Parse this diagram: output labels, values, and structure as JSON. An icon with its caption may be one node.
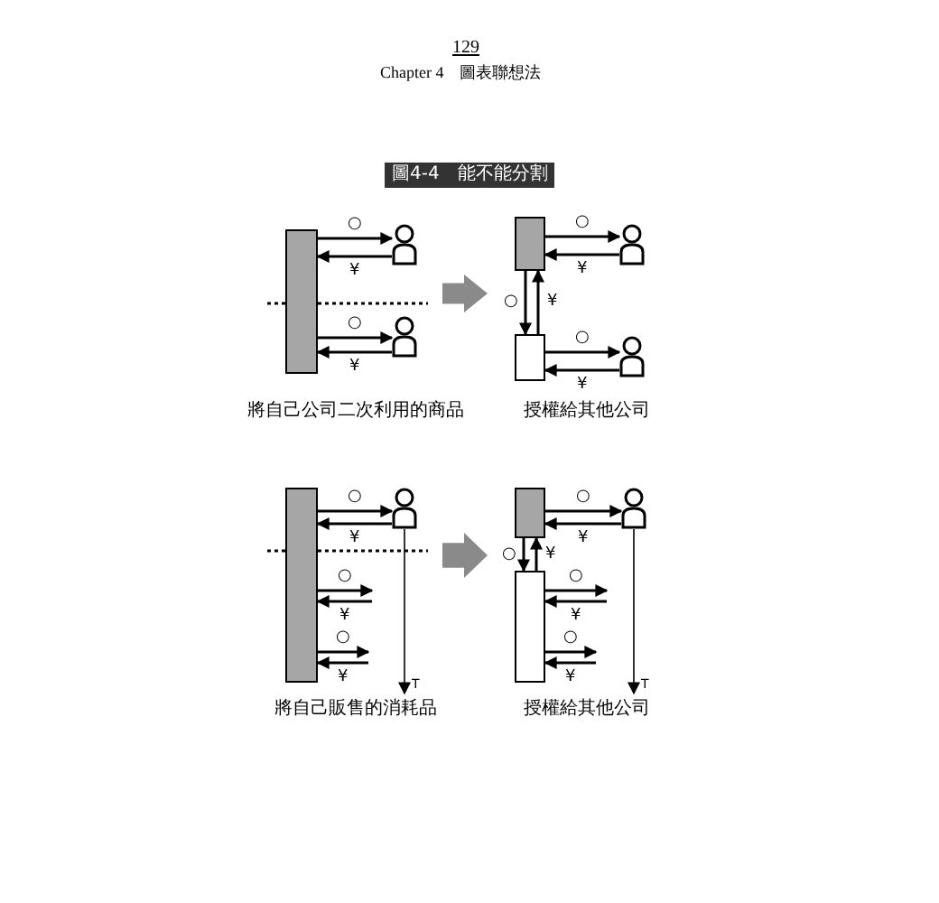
{
  "diagram": {
    "title": "圖4-4　能不能分割",
    "nodes": [
      {
        "text": [],
        "shape": "panel",
        "beside": [
          "將自己公司二次利用的商品"
        ]
      },
      {
        "text": [],
        "shape": "box",
        "in": 0
      },
      {
        "text": [],
        "shape": "person",
        "in": 0
      },
      {
        "text": [],
        "shape": "person",
        "in": 0
      },
      {
        "text": [],
        "shape": "panel",
        "beside": [
          "授權給其他公司"
        ]
      },
      {
        "text": [],
        "shape": "box",
        "in": 4
      },
      {
        "text": [],
        "shape": "box",
        "in": 4
      },
      {
        "text": [],
        "shape": "person",
        "in": 4
      },
      {
        "text": [],
        "shape": "person",
        "in": 4
      },
      {
        "text": [],
        "shape": "panel",
        "beside": [
          "將自己販售的消耗品"
        ]
      },
      {
        "text": [],
        "shape": "box",
        "in": 9
      },
      {
        "text": [],
        "shape": "person",
        "in": 9
      },
      {
        "text": [],
        "shape": "panel",
        "beside": [
          "授權給其他公司"
        ]
      },
      {
        "text": [],
        "shape": "box",
        "in": 12
      },
      {
        "text": [],
        "shape": "box",
        "in": 12
      },
      {
        "text": [],
        "shape": "person",
        "in": 12
      },
      {
        "text": [
          "T"
        ],
        "in": 9
      },
      {
        "text": [
          "T"
        ],
        "in": 12
      }
    ],
    "edges": [
      {
        "from": 1,
        "to": 2,
        "arrow": "to",
        "label": "○"
      },
      {
        "from": 2,
        "to": 1,
        "arrow": "to",
        "label": "¥"
      },
      {
        "from": 1,
        "to": 3,
        "arrow": "to",
        "label": "○"
      },
      {
        "from": 3,
        "to": 1,
        "arrow": "to",
        "label": "¥"
      },
      {
        "from": 5,
        "to": 7,
        "arrow": "to",
        "label": "○"
      },
      {
        "from": 7,
        "to": 5,
        "arrow": "to",
        "label": "¥"
      },
      {
        "from": 5,
        "to": 6,
        "arrow": "to",
        "label": "○"
      },
      {
        "from": 6,
        "to": 5,
        "arrow": "to",
        "label": "¥"
      },
      {
        "from": 6,
        "to": 8,
        "arrow": "to",
        "label": "○"
      },
      {
        "from": 8,
        "to": 6,
        "arrow": "to",
        "label": "¥"
      },
      {
        "from": 10,
        "to": 11,
        "arrow": "to",
        "label": "○"
      },
      {
        "from": 11,
        "to": 10,
        "arrow": "to",
        "label": "¥"
      },
      {
        "from": 10,
        "to": null,
        "arrow": "to",
        "label": "○"
      },
      {
        "from": null,
        "to": 10,
        "arrow": "to",
        "label": "¥"
      },
      {
        "from": 10,
        "to": null,
        "arrow": "to",
        "label": "○"
      },
      {
        "from": null,
        "to": 10,
        "arrow": "to",
        "label": "¥"
      },
      {
        "from": 13,
        "to": 15,
        "arrow": "to",
        "label": "○"
      },
      {
        "from": 15,
        "to": 13,
        "arrow": "to",
        "label": "¥"
      },
      {
        "from": 13,
        "to": 14,
        "arrow": "to",
        "label": "○"
      },
      {
        "from": 14,
        "to": 13,
        "arrow": "to",
        "label": "¥"
      },
      {
        "from": 14,
        "to": null,
        "arrow": "to",
        "label": "○"
      },
      {
        "from": null,
        "to": 14,
        "arrow": "to",
        "label": "¥"
      },
      {
        "from": 14,
        "to": null,
        "arrow": "to",
        "label": "○"
      },
      {
        "from": null,
        "to": 14,
        "arrow": "to",
        "label": "¥"
      },
      {
        "from": 11,
        "to": 16,
        "arrow": "to"
      },
      {
        "from": 15,
        "to": 17,
        "arrow": "to"
      },
      {
        "from": 0,
        "to": 4,
        "arrow": "to",
        "style": "thick",
        "color": "#8a8a8a"
      },
      {
        "from": 9,
        "to": 12,
        "arrow": "to",
        "style": "thick",
        "color": "#8a8a8a"
      }
    ],
    "labels": [
      "129",
      "Chapter 4　圖表聯想法"
    ]
  }
}
